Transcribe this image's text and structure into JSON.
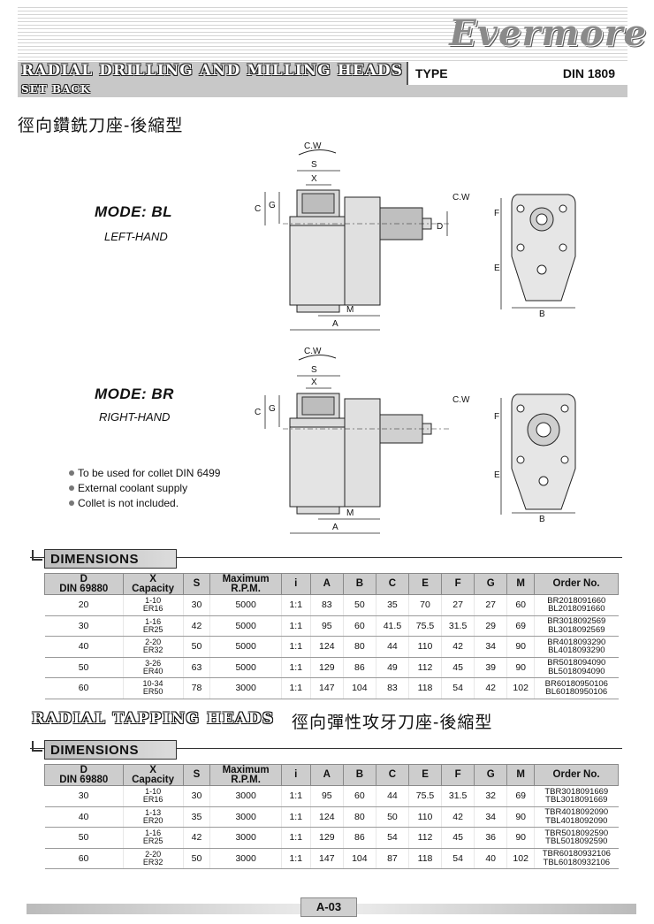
{
  "brand": "Evermore",
  "header": {
    "title": "RADIAL DRILLING AND MILLING HEADS",
    "subtitle": "SET BACK",
    "type_label": "TYPE",
    "type_value": "DIN 1809",
    "chinese_title": "徑向鑽銑刀座-後縮型"
  },
  "modes": [
    {
      "mode": "MODE: BL",
      "hand": "LEFT-HAND"
    },
    {
      "mode": "MODE: BR",
      "hand": "RIGHT-HAND"
    }
  ],
  "drawing_labels": {
    "cw": "C.W",
    "s": "S",
    "x": "X",
    "c": "C",
    "g": "G",
    "d": "D",
    "m": "M",
    "a": "A",
    "f": "F",
    "e": "E",
    "b": "B"
  },
  "notes": [
    "To be used for collet DIN 6499",
    "External coolant supply",
    "Collet is not included."
  ],
  "section_label": "DIMENSIONS",
  "columns": {
    "d": "D",
    "d_sub": "DIN 69880",
    "x": "X",
    "x_sub": "Capacity",
    "s": "S",
    "rpm": "Maximum",
    "rpm_sub": "R.P.M.",
    "i": "i",
    "a": "A",
    "b": "B",
    "c": "C",
    "e": "E",
    "f": "F",
    "g": "G",
    "m": "M",
    "order": "Order No."
  },
  "milling_rows": [
    {
      "d": "20",
      "x1": "1-10",
      "x2": "ER16",
      "s": "30",
      "rpm": "5000",
      "i": "1:1",
      "a": "83",
      "b": "50",
      "c": "35",
      "e": "70",
      "f": "27",
      "g": "27",
      "m": "60",
      "o1": "BR2018091660",
      "o2": "BL2018091660"
    },
    {
      "d": "30",
      "x1": "1-16",
      "x2": "ER25",
      "s": "42",
      "rpm": "5000",
      "i": "1:1",
      "a": "95",
      "b": "60",
      "c": "41.5",
      "e": "75.5",
      "f": "31.5",
      "g": "29",
      "m": "69",
      "o1": "BR3018092569",
      "o2": "BL3018092569"
    },
    {
      "d": "40",
      "x1": "2-20",
      "x2": "ER32",
      "s": "50",
      "rpm": "5000",
      "i": "1:1",
      "a": "124",
      "b": "80",
      "c": "44",
      "e": "110",
      "f": "42",
      "g": "34",
      "m": "90",
      "o1": "BR4018093290",
      "o2": "BL4018093290"
    },
    {
      "d": "50",
      "x1": "3-26",
      "x2": "ER40",
      "s": "63",
      "rpm": "5000",
      "i": "1:1",
      "a": "129",
      "b": "86",
      "c": "49",
      "e": "112",
      "f": "45",
      "g": "39",
      "m": "90",
      "o1": "BR5018094090",
      "o2": "BL5018094090"
    },
    {
      "d": "60",
      "x1": "10-34",
      "x2": "ER50",
      "s": "78",
      "rpm": "3000",
      "i": "1:1",
      "a": "147",
      "b": "104",
      "c": "83",
      "e": "118",
      "f": "54",
      "g": "42",
      "m": "102",
      "o1": "BR60180950106",
      "o2": "BL60180950106"
    }
  ],
  "tapping": {
    "title": "RADIAL TAPPING HEADS",
    "chinese_title": "徑向彈性攻牙刀座-後縮型"
  },
  "tapping_rows": [
    {
      "d": "30",
      "x1": "1-10",
      "x2": "ER16",
      "s": "30",
      "rpm": "3000",
      "i": "1:1",
      "a": "95",
      "b": "60",
      "c": "44",
      "e": "75.5",
      "f": "31.5",
      "g": "32",
      "m": "69",
      "o1": "TBR3018091669",
      "o2": "TBL3018091669"
    },
    {
      "d": "40",
      "x1": "1-13",
      "x2": "ER20",
      "s": "35",
      "rpm": "3000",
      "i": "1:1",
      "a": "124",
      "b": "80",
      "c": "50",
      "e": "110",
      "f": "42",
      "g": "34",
      "m": "90",
      "o1": "TBR4018092090",
      "o2": "TBL4018092090"
    },
    {
      "d": "50",
      "x1": "1-16",
      "x2": "ER25",
      "s": "42",
      "rpm": "3000",
      "i": "1:1",
      "a": "129",
      "b": "86",
      "c": "54",
      "e": "112",
      "f": "45",
      "g": "36",
      "m": "90",
      "o1": "TBR5018092590",
      "o2": "TBL5018092590"
    },
    {
      "d": "60",
      "x1": "2-20",
      "x2": "ER32",
      "s": "50",
      "rpm": "3000",
      "i": "1:1",
      "a": "147",
      "b": "104",
      "c": "87",
      "e": "118",
      "f": "54",
      "g": "40",
      "m": "102",
      "o1": "TBR60180932106",
      "o2": "TBL60180932106"
    }
  ],
  "page_number": "A-03"
}
